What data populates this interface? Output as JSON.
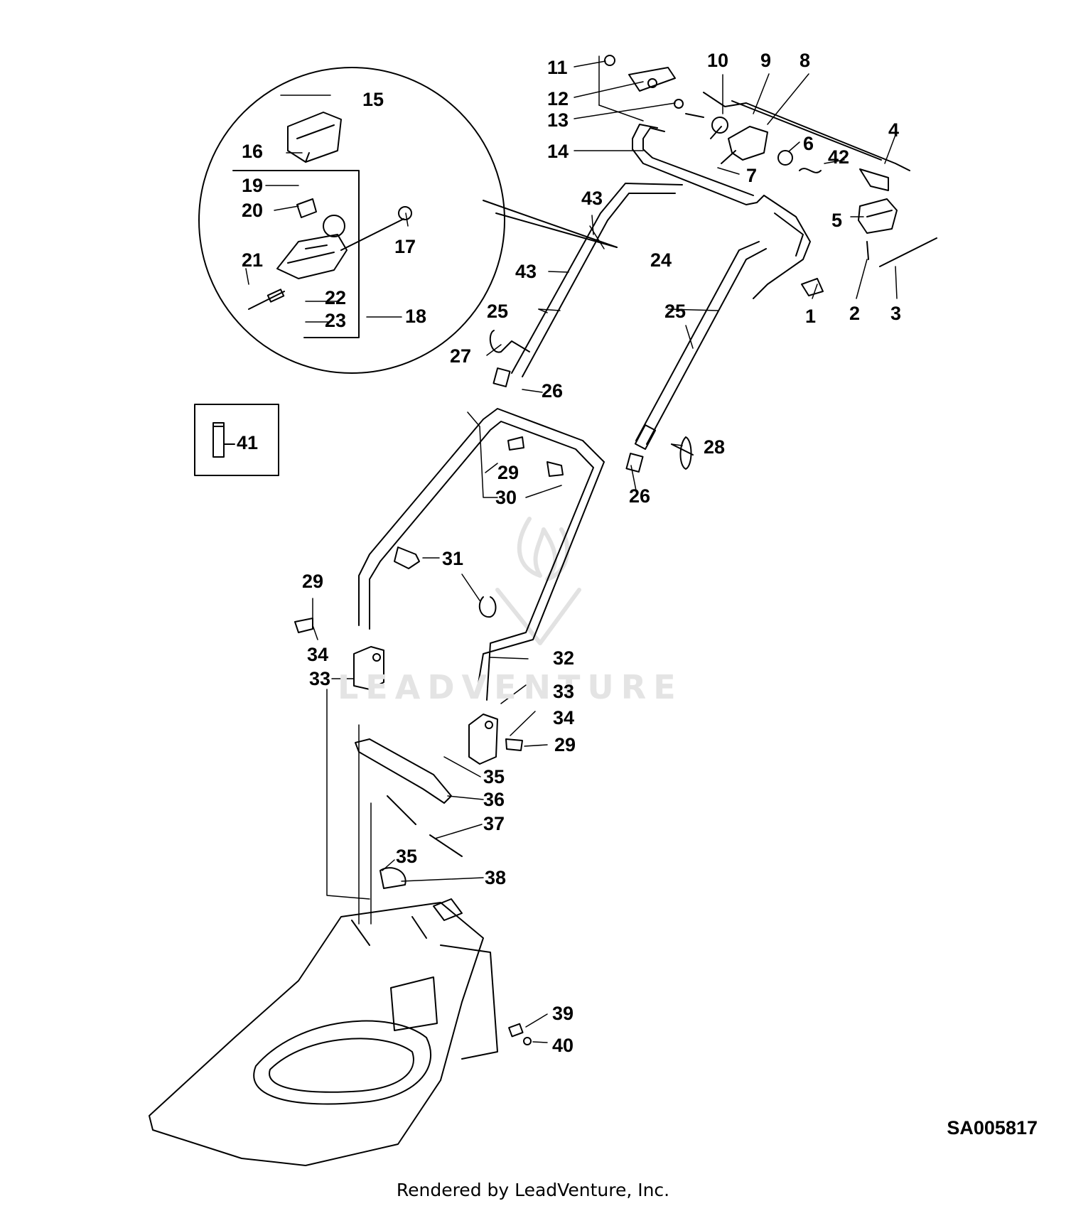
{
  "diagram": {
    "code": "SA005817",
    "footer": "Rendered by LeadVenture, Inc.",
    "watermark": "LEADVENTURE",
    "callouts": [
      {
        "id": "c1",
        "text": "1"
      },
      {
        "id": "c2",
        "text": "2"
      },
      {
        "id": "c3",
        "text": "3"
      },
      {
        "id": "c4",
        "text": "4"
      },
      {
        "id": "c5",
        "text": "5"
      },
      {
        "id": "c6",
        "text": "6"
      },
      {
        "id": "c7",
        "text": "7"
      },
      {
        "id": "c8",
        "text": "8"
      },
      {
        "id": "c9",
        "text": "9"
      },
      {
        "id": "c10",
        "text": "10"
      },
      {
        "id": "c11",
        "text": "11"
      },
      {
        "id": "c12",
        "text": "12"
      },
      {
        "id": "c13",
        "text": "13"
      },
      {
        "id": "c14",
        "text": "14"
      },
      {
        "id": "c15",
        "text": "15"
      },
      {
        "id": "c16",
        "text": "16"
      },
      {
        "id": "c17",
        "text": "17"
      },
      {
        "id": "c18",
        "text": "18"
      },
      {
        "id": "c19",
        "text": "19"
      },
      {
        "id": "c20",
        "text": "20"
      },
      {
        "id": "c21",
        "text": "21"
      },
      {
        "id": "c22",
        "text": "22"
      },
      {
        "id": "c23",
        "text": "23"
      },
      {
        "id": "c24",
        "text": "24"
      },
      {
        "id": "c25a",
        "text": "25"
      },
      {
        "id": "c25b",
        "text": "25"
      },
      {
        "id": "c26a",
        "text": "26"
      },
      {
        "id": "c26b",
        "text": "26"
      },
      {
        "id": "c27",
        "text": "27"
      },
      {
        "id": "c28",
        "text": "28"
      },
      {
        "id": "c29a",
        "text": "29"
      },
      {
        "id": "c29b",
        "text": "29"
      },
      {
        "id": "c29c",
        "text": "29"
      },
      {
        "id": "c30",
        "text": "30"
      },
      {
        "id": "c31",
        "text": "31"
      },
      {
        "id": "c32",
        "text": "32"
      },
      {
        "id": "c33a",
        "text": "33"
      },
      {
        "id": "c33b",
        "text": "33"
      },
      {
        "id": "c34a",
        "text": "34"
      },
      {
        "id": "c34b",
        "text": "34"
      },
      {
        "id": "c35a",
        "text": "35"
      },
      {
        "id": "c35b",
        "text": "35"
      },
      {
        "id": "c36",
        "text": "36"
      },
      {
        "id": "c37",
        "text": "37"
      },
      {
        "id": "c38",
        "text": "38"
      },
      {
        "id": "c39",
        "text": "39"
      },
      {
        "id": "c40",
        "text": "40"
      },
      {
        "id": "c41",
        "text": "41"
      },
      {
        "id": "c42",
        "text": "42"
      },
      {
        "id": "c43a",
        "text": "43"
      },
      {
        "id": "c43b",
        "text": "43"
      }
    ]
  }
}
